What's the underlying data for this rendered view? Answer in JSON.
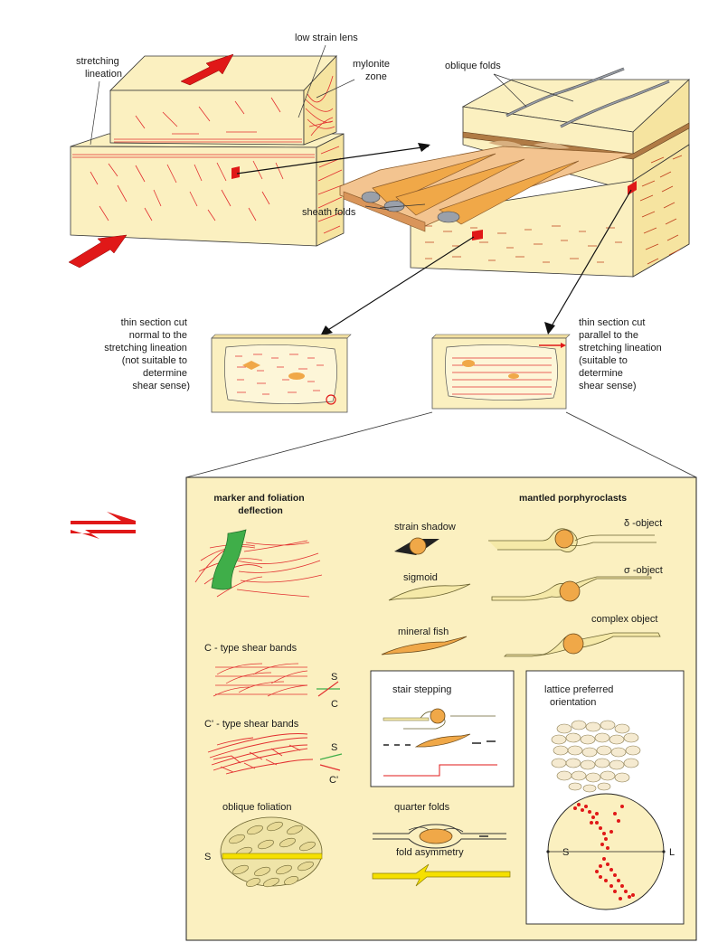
{
  "top_labels": {
    "stretching_lineation": [
      "stretching",
      "lineation"
    ],
    "low_strain_lens": "low strain lens",
    "mylonite_zone": [
      "mylonite",
      "zone"
    ],
    "oblique_folds": "oblique folds",
    "sheath_folds": "sheath folds"
  },
  "thin_sections": {
    "normal": [
      "thin section cut",
      "normal to the",
      "stretching lineation",
      "(not suitable to",
      "determine",
      "shear sense)"
    ],
    "parallel": [
      "thin section cut",
      "parallel to the",
      "stretching lineation",
      "(suitable to",
      "determine",
      "shear sense)"
    ]
  },
  "panel": {
    "marker_deflection": [
      "marker and foliation",
      "deflection"
    ],
    "mantled_porphyroclasts": "mantled porphyroclasts",
    "strain_shadow": "strain shadow",
    "sigmoid": "sigmoid",
    "mineral_fish": "mineral fish",
    "delta_object": "δ -object",
    "sigma_object": "σ -object",
    "complex_object": "complex object",
    "c_type": "C - type shear bands",
    "c_prime_type": "C' - type shear bands",
    "s_label": "S",
    "c_label": "C",
    "c_prime_label": "C'",
    "stair_stepping": "stair stepping",
    "lattice_preferred": [
      "lattice preferred",
      "orientation"
    ],
    "oblique_foliation": "oblique foliation",
    "quarter_folds": "quarter folds",
    "fold_asymmetry": "fold asymmetry",
    "pole_s": "S",
    "pole_l": "L"
  },
  "colors": {
    "block_face": "#fbf0c0",
    "block_side": "#f6e4a0",
    "lineation_red": "#e23030",
    "arrow_red": "#e01818",
    "fold_orange": "#f0a848",
    "sheath_tan": "#f3c490",
    "green_marker": "#3fae49",
    "yellow_band": "#f5e000"
  }
}
